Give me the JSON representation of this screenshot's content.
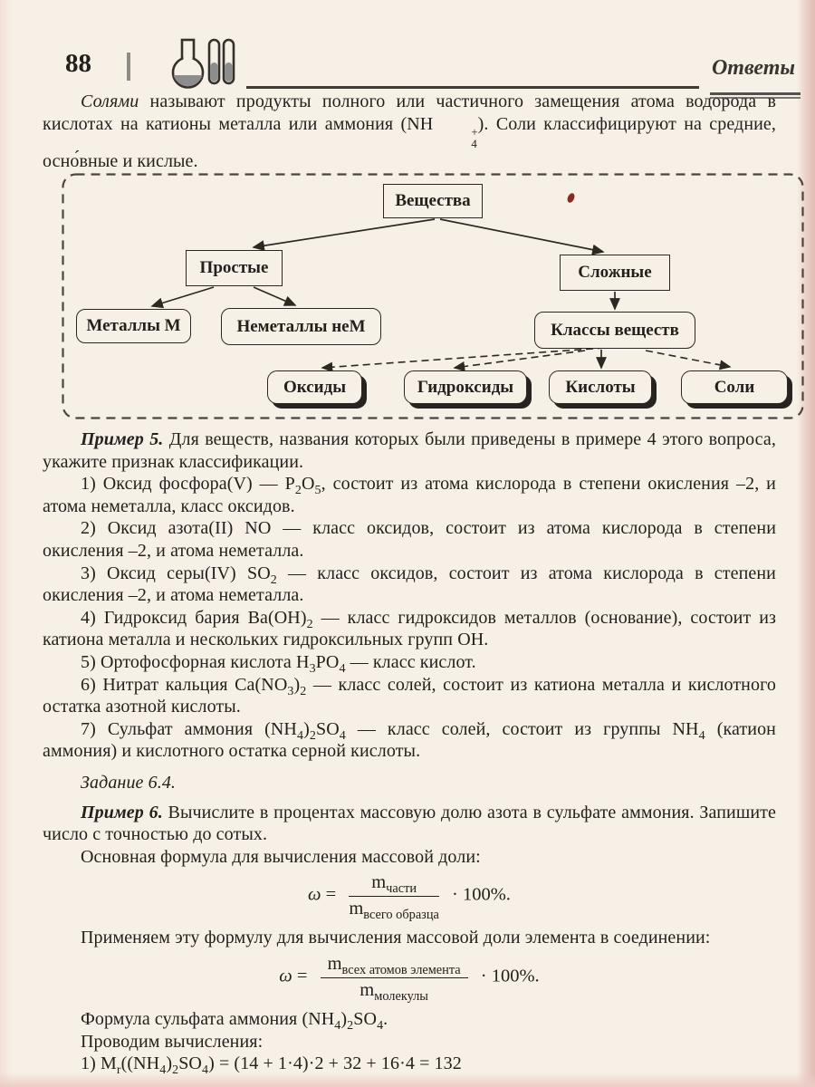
{
  "header": {
    "page_number": "88",
    "running_title": "Ответы"
  },
  "colors": {
    "page_bg": "#f7f0e6",
    "text": "#24201d",
    "edge_pink": "#eccdc5",
    "speck_red": "#7b150a"
  },
  "intro": {
    "text": "*{Солями} называют продукты полного или частичного замещения атома водорода в кислотах на катионы металла или аммония (NH#{+|4}). Соли классифицируют на средние, осно́вные и кислые."
  },
  "diagram": {
    "root": "Вещества",
    "simple": "Простые",
    "complex": "Сложные",
    "metals": "Металлы М",
    "nonmetals": "Неметаллы неМ",
    "classes": "Классы веществ",
    "oxides": "Оксиды",
    "hydroxides": "Гидроксиды",
    "acids": "Кислоты",
    "salts": "Соли"
  },
  "example5": {
    "intro": "!{Пример 5.} Для веществ, названия которых были приведены в примере 4 этого вопроса, укажите признак классификации.",
    "items": [
      "1) Оксид фосфора(V) — P_{2}O_{5}, состоит из атома кислорода в степени окисления –2, и атома неметалла, класс оксидов.",
      "2) Оксид азота(II) NO — класс оксидов, состоит из атома кислорода в степени окисления –2, и атома неметалла.",
      "3) Оксид серы(IV) SO_{2} — класс оксидов, состоит из атома кислорода в степени окисления –2, и атома неметалла.",
      "4) Гидроксид бария Ba(OH)_{2} — класс гидроксидов металлов (основание), состоит из катиона металла и нескольких гидроксильных групп ОН.",
      "5) Ортофосфорная кислота H_{3}PO_{4} — класс кислот.",
      "6) Нитрат кальция Ca(NO_{3})_{2} — класс солей, состоит из катиона металла и кислотного остатка азотной кислоты.",
      "7) Сульфат аммония (NH_{4})_{2}SO_{4} — класс солей, состоит из группы NH_{4} (катион аммония) и кислотного остатка серной кислоты."
    ]
  },
  "task": {
    "label": "*{Задание 6.4.}"
  },
  "example6": {
    "intro": "!{Пример 6.} Вычислите в процентах массовую долю азота в сульфате аммония. Запишите число с точностью до сотых.",
    "formula_intro": "Основная формула для вычисления массовой доли:",
    "apply_intro": "Применяем эту формулу для вычисления массовой доли элемента в соединении:",
    "formula_note": "Формула сульфата аммония (NH_{4})_{2}SO_{4}.",
    "calc_intro": "Проводим вычисления:",
    "calc_line": "1) M_{r}((NH_{4})_{2}SO_{4}) = (14 + 1·4)·2 + 32 + 16·4 = 132"
  },
  "formulas": [
    {
      "lhs": "*{ω} =",
      "num": "m_{части}",
      "den": "m_{всего образца}",
      "rhs": "· 100%."
    },
    {
      "lhs": "*{ω} =",
      "num": "m_{всех атомов элемента}",
      "den": "m_{молекулы}",
      "rhs": "· 100%."
    }
  ]
}
